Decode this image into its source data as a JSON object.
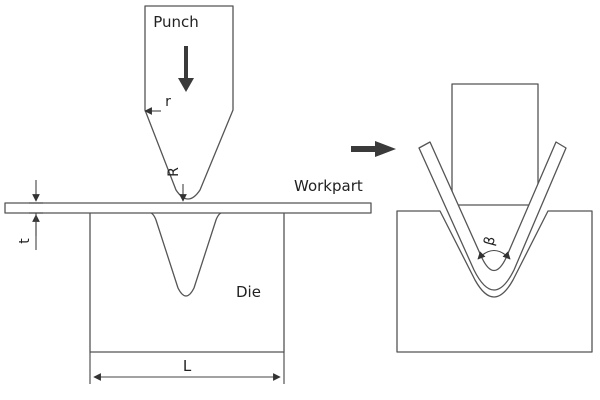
{
  "labels": {
    "punch": "Punch",
    "workpart": "Workpart",
    "die": "Die",
    "thickness": "t",
    "length": "L",
    "die_radius": "R",
    "punch_radius": "r",
    "bend_angle": "β"
  },
  "colors": {
    "line": "#555555",
    "arrow": "#3a3a3a",
    "background": "#ffffff"
  }
}
